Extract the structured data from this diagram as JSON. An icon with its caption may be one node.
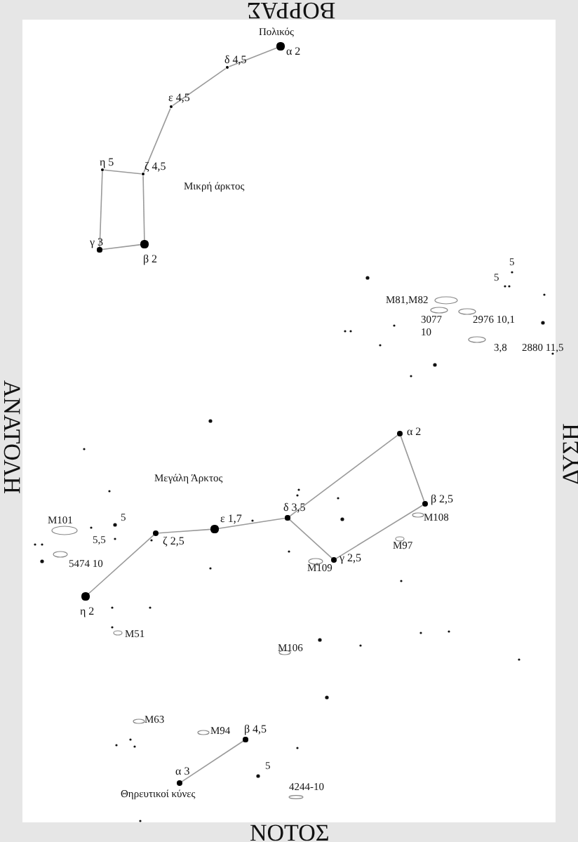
{
  "diagram": {
    "nodes": [
      {
        "text": [
          "α 2"
        ],
        "beside": [
          "Πολικός"
        ]
      },
      {
        "text": [
          "δ 4,5"
        ]
      },
      {
        "text": [
          "ε 4,5"
        ]
      },
      {
        "text": [
          "ζ 4,5"
        ]
      },
      {
        "text": [
          "η 5"
        ]
      },
      {
        "text": [
          "γ 3"
        ]
      },
      {
        "text": [
          "β 2"
        ]
      },
      {
        "text": [
          "α 2"
        ]
      },
      {
        "text": [
          "β 2,5"
        ]
      },
      {
        "text": [
          "γ 2,5"
        ]
      },
      {
        "text": [
          "δ 3,5"
        ]
      },
      {
        "text": [
          "ε 1,7"
        ]
      },
      {
        "text": [
          "ζ 2,5"
        ]
      },
      {
        "text": [
          "η 2"
        ]
      },
      {
        "text": [
          "β 4,5"
        ]
      },
      {
        "text": [
          "α 3"
        ]
      }
    ],
    "edges": [
      {
        "from": 0,
        "to": 1,
        "arrow": "none"
      },
      {
        "from": 1,
        "to": 2,
        "arrow": "none"
      },
      {
        "from": 2,
        "to": 3,
        "arrow": "none"
      },
      {
        "from": 3,
        "to": 4,
        "arrow": "none"
      },
      {
        "from": 4,
        "to": 5,
        "arrow": "none"
      },
      {
        "from": 5,
        "to": 6,
        "arrow": "none"
      },
      {
        "from": 6,
        "to": 3,
        "arrow": "none"
      },
      {
        "from": 7,
        "to": 8,
        "arrow": "none"
      },
      {
        "from": 8,
        "to": 9,
        "arrow": "none"
      },
      {
        "from": 9,
        "to": 10,
        "arrow": "none"
      },
      {
        "from": 10,
        "to": 7,
        "arrow": "none"
      },
      {
        "from": 10,
        "to": 11,
        "arrow": "none"
      },
      {
        "from": 11,
        "to": 12,
        "arrow": "none"
      },
      {
        "from": 12,
        "to": 13,
        "arrow": "none"
      },
      {
        "from": 14,
        "to": 15,
        "arrow": "none"
      }
    ],
    "labels": [
      "ΒΟΡΡΑΣ",
      "Μικρή άρκτος",
      "5",
      "5",
      "M81,M82",
      "3077 10",
      "2976 10,1",
      "3,8",
      "2880 11,5",
      "ΑΝΑΤΟΛΗ",
      "ΔΥΣΗ",
      "Μεγάλη Άρκτος",
      "M101",
      "5",
      "5,5",
      "5474 10",
      "M108",
      "M97",
      "M109",
      "M51",
      "M106",
      "M63",
      "M94",
      "5",
      "4244-10",
      "Θηρευτικοί κύνες",
      "ΝΟΤΟΣ"
    ]
  }
}
